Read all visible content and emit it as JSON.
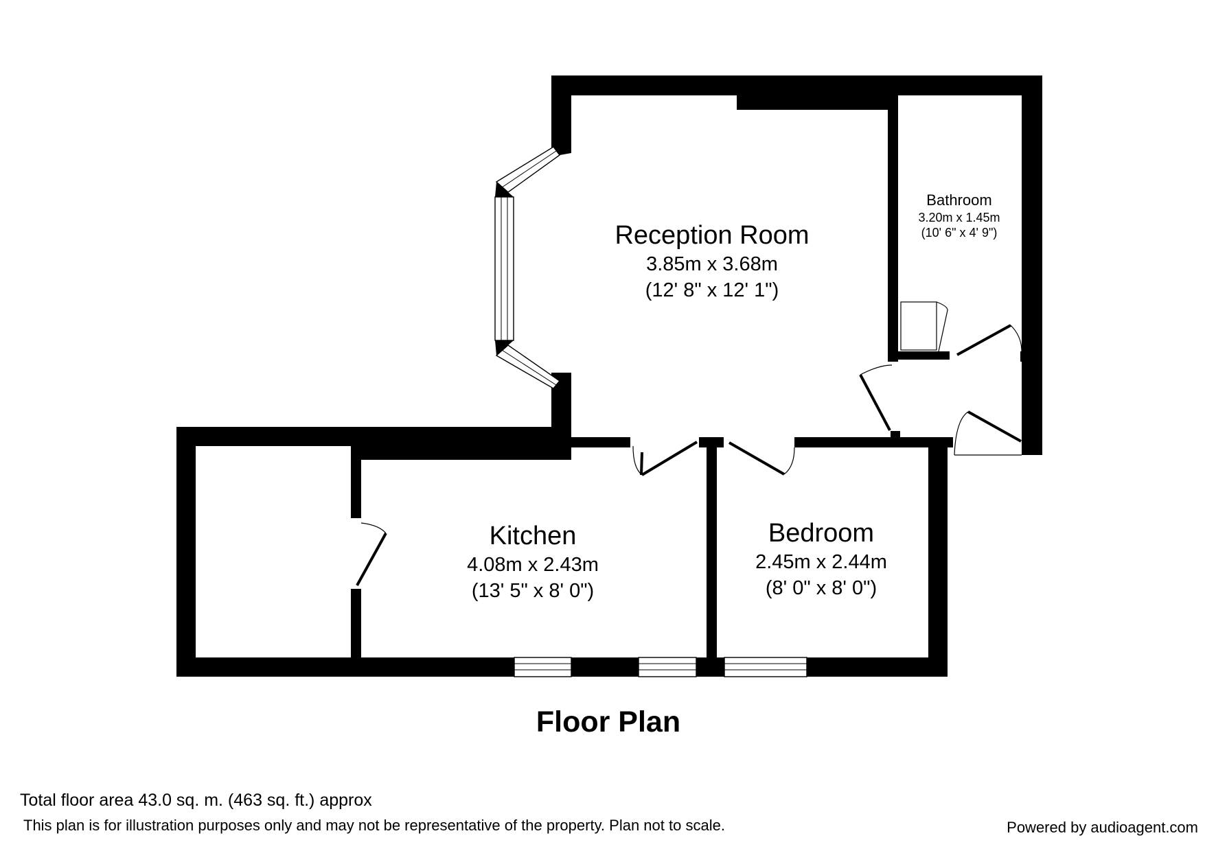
{
  "title": "Floor Plan",
  "rooms": {
    "reception": {
      "name": "Reception Room",
      "metric": "3.85m x 3.68m",
      "imperial": "(12' 8\" x 12' 1\")"
    },
    "bathroom": {
      "name": "Bathroom",
      "metric": "3.20m x 1.45m",
      "imperial": "(10' 6\" x 4' 9\")"
    },
    "kitchen": {
      "name": "Kitchen",
      "metric": "4.08m x 2.43m",
      "imperial": "(13' 5\" x 8' 0\")"
    },
    "bedroom": {
      "name": "Bedroom",
      "metric": "2.45m x 2.44m",
      "imperial": "(8' 0\" x 8' 0\")"
    }
  },
  "footer": {
    "area": "Total floor area 43.0 sq. m. (463 sq. ft.) approx",
    "disclaimer": "This plan is for illustration purposes only and may not be representative of the property. Plan not to scale.",
    "powered": "Powered by audioagent.com"
  }
}
